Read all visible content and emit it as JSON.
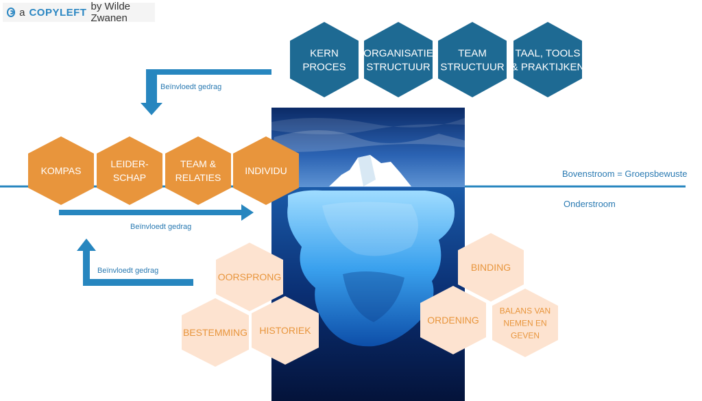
{
  "logo": {
    "prefix": "a",
    "brand": "COPYLEFT",
    "suffix": "by Wilde Zwanen"
  },
  "colors": {
    "blue_dark": "#1e6a93",
    "blue_line": "#2786bf",
    "orange": "#e8953c",
    "peach": "#fde3d0",
    "peach_text": "#e8953c",
    "iceberg_bg": "#0a2b6a"
  },
  "top_hexes": [
    {
      "lines": [
        "KERN",
        "PROCES"
      ]
    },
    {
      "lines": [
        "ORGANISATIE",
        "STRUCTUUR"
      ]
    },
    {
      "lines": [
        "TEAM",
        "STRUCTUUR"
      ]
    },
    {
      "lines": [
        "TAAL, TOOLS",
        "& PRAKTIJKEN"
      ]
    }
  ],
  "orange_hexes": [
    {
      "lines": [
        "KOMPAS"
      ]
    },
    {
      "lines": [
        "LEIDER-",
        "SCHAP"
      ]
    },
    {
      "lines": [
        "TEAM &",
        "RELATIES"
      ]
    },
    {
      "lines": [
        "INDIVIDU"
      ]
    }
  ],
  "peach_left": [
    {
      "lines": [
        "OORSPRONG"
      ]
    },
    {
      "lines": [
        "BESTEMMING"
      ]
    },
    {
      "lines": [
        "HISTORIEK"
      ]
    }
  ],
  "peach_right": [
    {
      "lines": [
        "BINDING"
      ]
    },
    {
      "lines": [
        "ORDENING"
      ]
    },
    {
      "lines": [
        "BALANS VAN",
        "NEMEN EN",
        "GEVEN"
      ]
    }
  ],
  "arrow_labels": [
    "Beïnvloedt gedrag",
    "Beïnvloedt gedrag",
    "Beïnvloedt gedrag"
  ],
  "water_labels": {
    "above": "Bovenstroom = Groepsbewuste",
    "below": "Onderstroom"
  }
}
